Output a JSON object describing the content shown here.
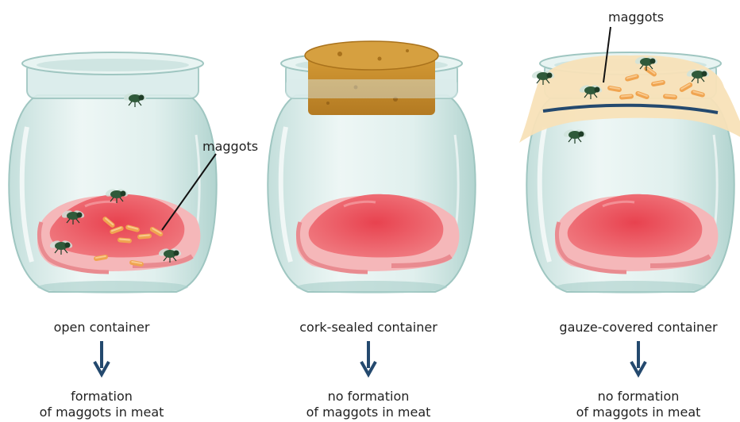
{
  "containers": [
    {
      "label": "open container",
      "outcome_line1": "formation",
      "outcome_line2": "of maggots in meat",
      "callout": "maggots"
    },
    {
      "label": "cork-sealed container",
      "outcome_line1": "no formation",
      "outcome_line2": "of maggots in meat"
    },
    {
      "label": "gauze-covered container",
      "outcome_line1": "no formation",
      "outcome_line2": "of maggots in meat",
      "callout": "maggots"
    }
  ],
  "colors": {
    "glass": "#cfe7e4",
    "glass_edge": "#8fb9b3",
    "meat": "#ee5a64",
    "fat": "#f4a7ab",
    "cork": "#c48a2a",
    "gauze": "#f8e2b8",
    "band": "#24496e",
    "arrow": "#24496e",
    "fly": "#2f5a3a",
    "maggot": "#f0a450"
  }
}
